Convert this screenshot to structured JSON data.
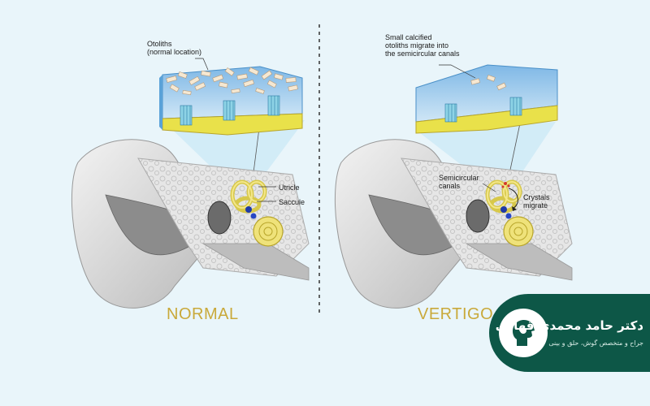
{
  "normal": {
    "title": "NORMAL",
    "otoliths_label": "Otoliths\n(normal location)",
    "utricle_label": "Utricle",
    "saccule_label": "Saccule"
  },
  "vertigo": {
    "title": "VERTIGO",
    "migrate_label": "Small calcified\notoliths migrate into\nthe semicircular canals",
    "canals_label": "Semicircular\ncanals",
    "crystals_label": "Crystals\nmigrate"
  },
  "badge": {
    "title": "دکتر حامد محمدی قهاری",
    "subtitle": "جراح و متخصص گوش، حلق و بینی"
  },
  "colors": {
    "background": "#e9f5fa",
    "title_gold": "#c9a93a",
    "badge_green": "#0d5747"
  }
}
